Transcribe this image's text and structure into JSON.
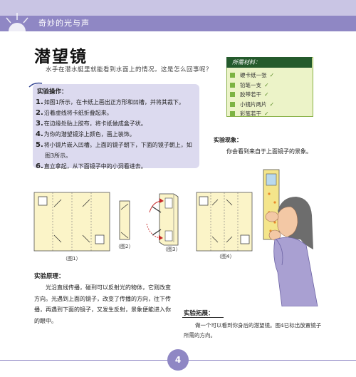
{
  "header": {
    "text": "奇妙的光与声"
  },
  "title": "潜望镜",
  "intro": "水手在潜水艇里就能看到水面上的情况。这是怎么回事呢？",
  "materials": {
    "title": "所需材料：",
    "items": [
      "硬卡纸一张",
      "铅笔一支",
      "胶带若干",
      "小镜片两片",
      "彩笔若干"
    ]
  },
  "steps": {
    "title": "实验操作：",
    "items": [
      {
        "num": "1.",
        "text": "如图1所示，在卡纸上画出正方形和凹槽，并将其裁下。"
      },
      {
        "num": "2.",
        "text": "沿着虚线将卡纸折叠起来。"
      },
      {
        "num": "3.",
        "text": "在边缘处贴上胶布，将卡纸做成盒子状。"
      },
      {
        "num": "4.",
        "text": "为你的潜望镜涂上颜色，画上装饰。"
      },
      {
        "num": "5.",
        "text": "将小镜片嵌入凹槽。上面的镜子朝下，下面的镜子朝上，如",
        "cont": "图3所示。"
      },
      {
        "num": "6.",
        "text": "直立拿起，从下面镜子中的小洞看进去。"
      }
    ]
  },
  "observation": {
    "title": "实验现象：",
    "text": "你会看到来自于上面镜子的景象。"
  },
  "figures": {
    "fig1": "（图1）",
    "fig2": "（图2）",
    "fig3": "（图3）",
    "fig4": "（图4）"
  },
  "principle": {
    "title": "实验原理：",
    "text": "光沿直线传播，碰到可以反射光的物体，它则改变方向。光遇到上面的镜子，改变了传播的方向，往下传播，再遇到下面的镜子，又发生反射，景象便能进入你的眼中。"
  },
  "extension": {
    "title": "实验拓展：",
    "text": "做一个可以看到你身后的潜望镜。图4已标出放置镜子所需的方向。"
  },
  "page_number": "4",
  "colors": {
    "header": "#8f87c4",
    "steps_bg": "#dcdaef",
    "materials_head": "#245a2c",
    "paper": "#fbf4c8"
  }
}
